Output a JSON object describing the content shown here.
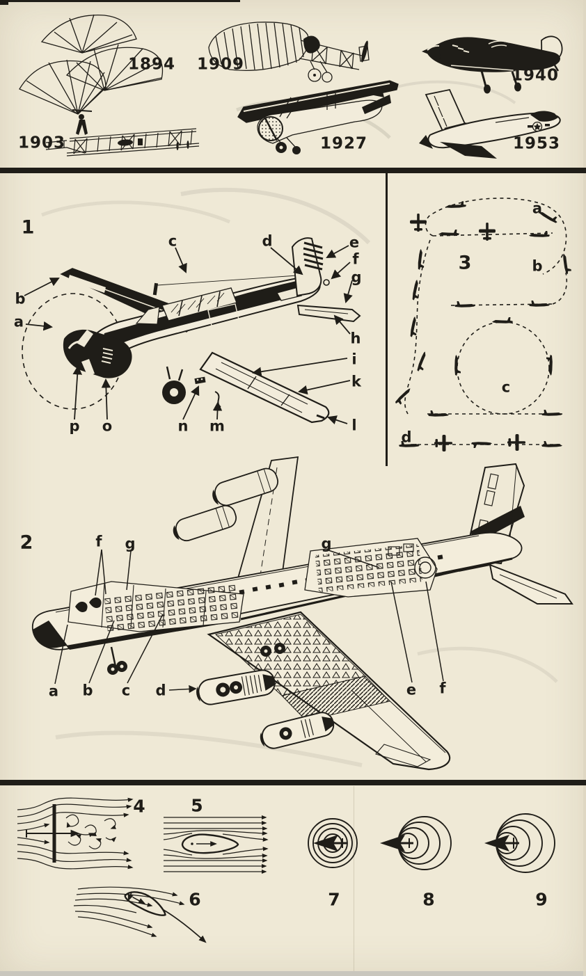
{
  "page": {
    "background": "#efe9d6",
    "ink": "#1f1d18",
    "edge_gray": "#c9c6bd"
  },
  "timeline": {
    "years": [
      "1894",
      "1903",
      "1909",
      "1927",
      "1940",
      "1953"
    ]
  },
  "figures": {
    "fig1": {
      "number": "1",
      "labels": [
        "a",
        "b",
        "c",
        "d",
        "e",
        "f",
        "g",
        "h",
        "i",
        "k",
        "l",
        "m",
        "n",
        "o",
        "p"
      ]
    },
    "fig2": {
      "number": "2",
      "labels": [
        "a",
        "b",
        "c",
        "d",
        "e",
        "f",
        "g"
      ]
    },
    "fig3": {
      "number": "3",
      "labels": [
        "a",
        "b",
        "c",
        "d"
      ]
    },
    "fig4": {
      "number": "4"
    },
    "fig5": {
      "number": "5"
    },
    "fig6": {
      "number": "6"
    },
    "fig7": {
      "number": "7"
    },
    "fig8": {
      "number": "8"
    },
    "fig9": {
      "number": "9"
    }
  }
}
